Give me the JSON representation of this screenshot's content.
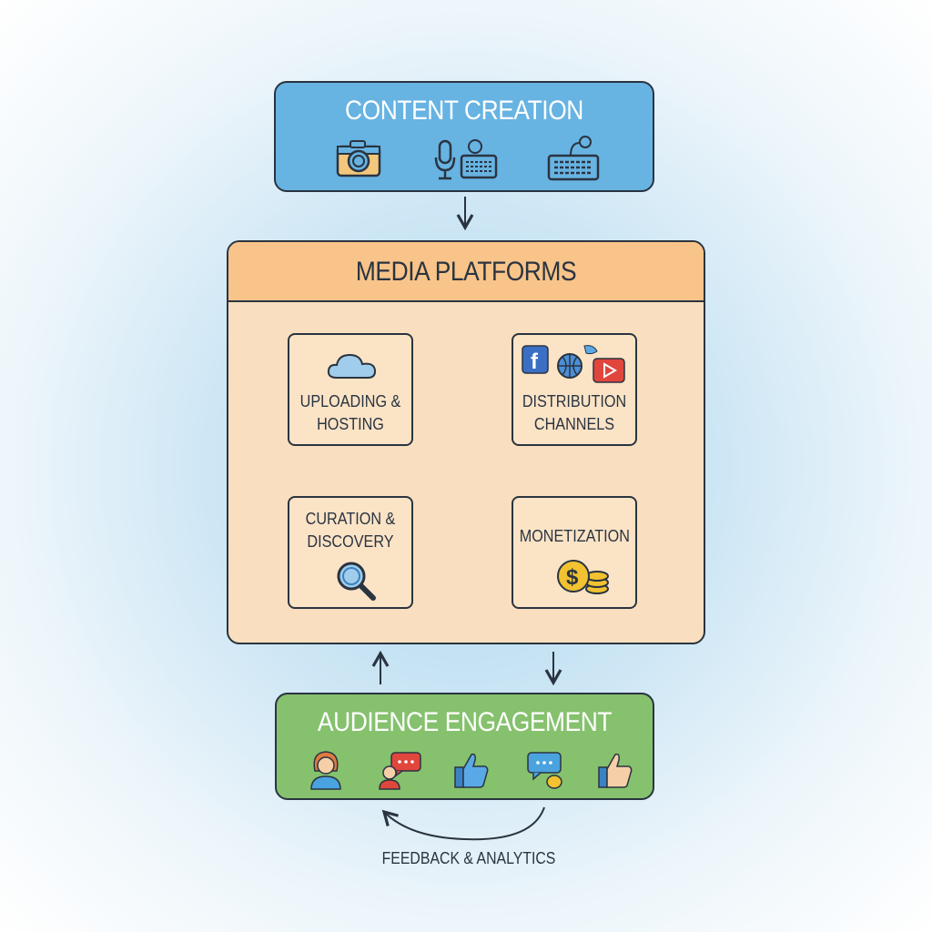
{
  "content_creation": {
    "title": "CONTENT CREATION",
    "icons": [
      "camera-icon",
      "microphone-keyboard-icon",
      "keyboard-mouse-icon"
    ]
  },
  "media_platforms": {
    "title": "MEDIA PLATFORMS",
    "nodes": [
      {
        "label1": "UPLOADING &",
        "label2": "HOSTING"
      },
      {
        "label1": "DISTRIBUTION",
        "label2": "CHANNELS"
      },
      {
        "label1": "CURATION &",
        "label2": "DISCOVERY"
      },
      {
        "label1": "MONETIZATION"
      }
    ]
  },
  "audience_engagement": {
    "title": "AUDIENCE ENGAGEMENT",
    "icons": [
      "person-icon",
      "speech-person-icon",
      "thumbs-up-icon",
      "chat-bubbles-icon",
      "thumbs-up-icon"
    ]
  },
  "feedback": {
    "label": "FEEDBACK & ANALYTICS"
  },
  "colors": {
    "blue": "#67b3e2",
    "orange": "#f8c48a",
    "peach": "#f9dfbf",
    "green": "#86c16e",
    "stroke": "#2a3440"
  }
}
